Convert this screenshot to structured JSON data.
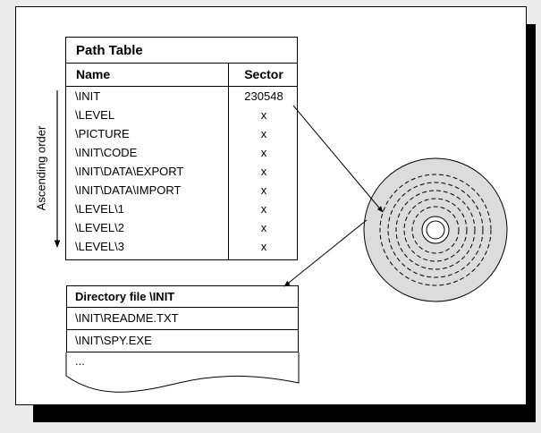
{
  "path_table": {
    "title": "Path Table",
    "col_name": "Name",
    "col_sector": "Sector",
    "rows": [
      {
        "name": "\\INIT",
        "sector": "230548"
      },
      {
        "name": "\\LEVEL",
        "sector": "x"
      },
      {
        "name": "\\PICTURE",
        "sector": "x"
      },
      {
        "name": "\\INIT\\CODE",
        "sector": "x"
      },
      {
        "name": "\\INIT\\DATA\\EXPORT",
        "sector": "x"
      },
      {
        "name": "\\INIT\\DATA\\IMPORT",
        "sector": "x"
      },
      {
        "name": "\\LEVEL\\1",
        "sector": "x"
      },
      {
        "name": "\\LEVEL\\2",
        "sector": "x"
      },
      {
        "name": "\\LEVEL\\3",
        "sector": "x"
      }
    ]
  },
  "order_label": "Ascending order",
  "directory_file": {
    "title": "Directory file \\INIT",
    "rows": [
      "\\INIT\\README.TXT",
      "\\INIT\\SPY.EXE"
    ],
    "more": "..."
  }
}
